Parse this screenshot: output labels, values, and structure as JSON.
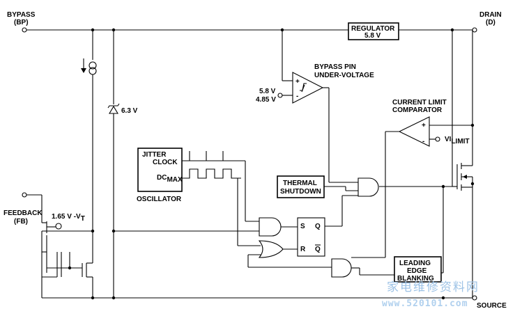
{
  "pins": {
    "bypass": "BYPASS",
    "bypass_abbr": "(BP)",
    "drain": "DRAIN",
    "drain_abbr": "(D)",
    "feedback": "FEEDBACK",
    "feedback_abbr": "(FB)",
    "source": "SOURCE"
  },
  "regulator": {
    "label": "REGULATOR",
    "voltage": "5.8 V"
  },
  "bypass_uv": {
    "line1": "BYPASS PIN",
    "line2": "UNDER-VOLTAGE",
    "v_high": "5.8 V",
    "v_low": "4.85 V",
    "plus": "+",
    "minus": "-"
  },
  "zener": {
    "voltage": "6.3 V"
  },
  "current_limit": {
    "line1": "CURRENT LIMIT",
    "line2": "COMPARATOR",
    "ref": "V",
    "ref_sub": "I",
    "ref_sub2": "LIMIT",
    "plus": "+",
    "minus": "-"
  },
  "oscillator": {
    "jitter": "JITTER",
    "clock": "CLOCK",
    "dc": "DC",
    "dc_sub": "MAX",
    "label": "OSCILLATOR"
  },
  "thermal": {
    "line1": "THERMAL",
    "line2": "SHUTDOWN"
  },
  "feedback_ref": {
    "text": "1.65 V -V",
    "sub": "T"
  },
  "latch": {
    "s": "S",
    "r": "R",
    "q": "Q",
    "qbar": "Q"
  },
  "leb": {
    "line1": "LEADING",
    "line2": "EDGE",
    "line3": "BLANKING"
  },
  "watermark": {
    "chinese": "家电维修资料网",
    "url": "www.520101.com"
  },
  "icons": [
    "current-source-icon",
    "zener-diode-icon",
    "comparator-icon",
    "and-gate-icon",
    "or-gate-icon",
    "sr-latch-icon",
    "mosfet-icon"
  ]
}
